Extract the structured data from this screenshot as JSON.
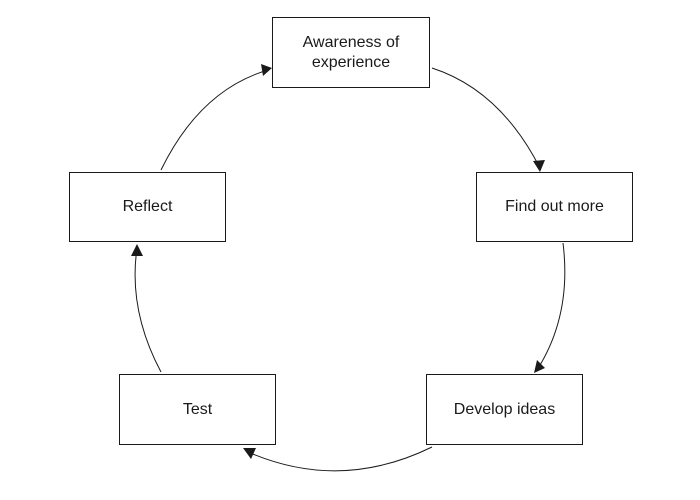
{
  "diagram": {
    "type": "cycle",
    "stages": [
      {
        "id": "awareness",
        "label": "Awareness of experience"
      },
      {
        "id": "findout",
        "label": "Find out more"
      },
      {
        "id": "develop",
        "label": "Develop ideas"
      },
      {
        "id": "test",
        "label": "Test"
      },
      {
        "id": "reflect",
        "label": "Reflect"
      }
    ],
    "edges": [
      {
        "from": "awareness",
        "to": "findout"
      },
      {
        "from": "findout",
        "to": "develop"
      },
      {
        "from": "develop",
        "to": "test"
      },
      {
        "from": "test",
        "to": "reflect"
      },
      {
        "from": "reflect",
        "to": "awareness"
      }
    ],
    "line_color": "#1a1a1a",
    "box_fill": "#ffffff"
  }
}
